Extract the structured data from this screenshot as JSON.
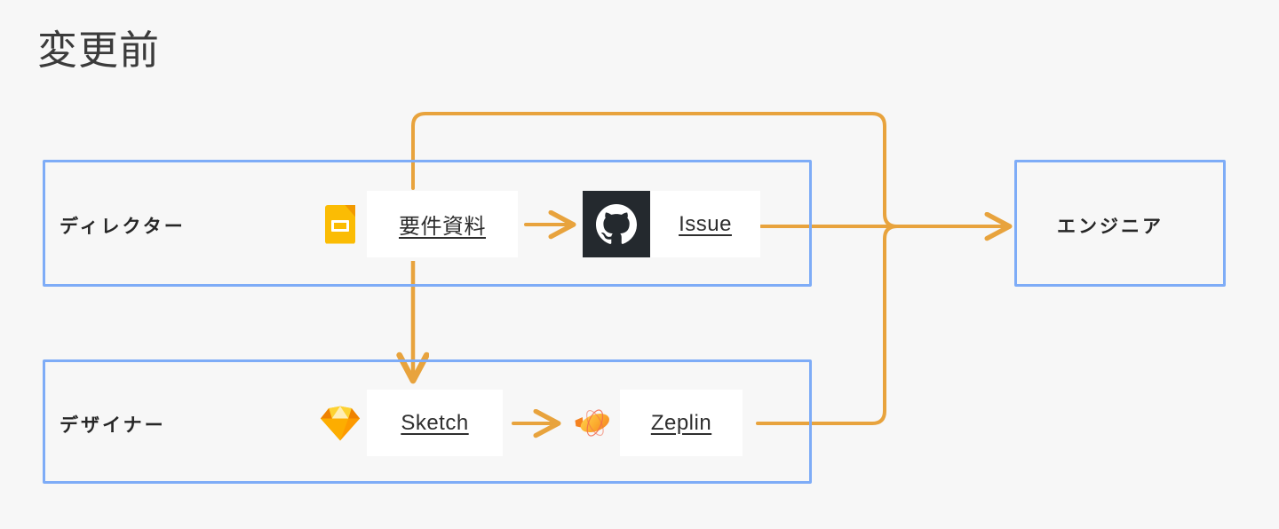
{
  "page": {
    "title": "変更前",
    "background_color": "#f7f7f7",
    "accent_color": "#e8a33d",
    "lane_border_color": "#7eacf7",
    "text_color": "#262626"
  },
  "lanes": [
    {
      "id": "director",
      "label": "ディレクター"
    },
    {
      "id": "designer",
      "label": "デザイナー"
    },
    {
      "id": "engineer",
      "label": "エンジニア"
    }
  ],
  "nodes": [
    {
      "id": "requirements",
      "label": "要件資料",
      "icon": "google-slides-icon",
      "lane": "director"
    },
    {
      "id": "issue",
      "label": "Issue",
      "icon": "github-icon",
      "lane": "director"
    },
    {
      "id": "sketch",
      "label": "Sketch",
      "icon": "sketch-icon",
      "lane": "designer"
    },
    {
      "id": "zeplin",
      "label": "Zeplin",
      "icon": "zeplin-icon",
      "lane": "designer"
    }
  ],
  "connections": [
    {
      "from": "requirements",
      "to": "issue",
      "style": "arrow"
    },
    {
      "from": "requirements",
      "to": "sketch",
      "style": "arrow-down"
    },
    {
      "from": "sketch",
      "to": "zeplin",
      "style": "arrow"
    },
    {
      "from": "requirements",
      "to": "engineer",
      "style": "routed-top"
    },
    {
      "from": "issue",
      "to": "engineer",
      "style": "straight"
    },
    {
      "from": "zeplin",
      "to": "engineer",
      "style": "routed-bottom"
    }
  ]
}
